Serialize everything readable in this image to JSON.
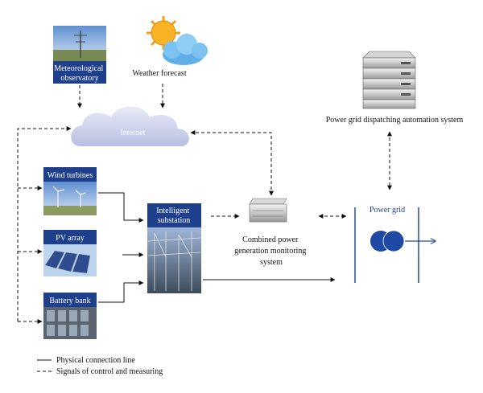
{
  "nodes": {
    "meteorological_observatory": "Meteorological observatory",
    "weather_forecast": "Weather forecast",
    "internet": "Internet",
    "wind_turbines": "Wind turbines",
    "pv_array": "PV array",
    "battery_bank": "Battery bank",
    "intelligent_substation": "Intelligent substation",
    "combined_monitoring": "Combined power generation monitoring system",
    "power_grid": "Power grid",
    "dispatching_system": "Power grid dispatching automation system"
  },
  "legend": {
    "physical": "Physical connection line",
    "signals": "Signals of control and measuring"
  },
  "colors": {
    "label_box": "#1e3f8c",
    "grid_blue": "#1f3f8f",
    "cloud": "#c8cde8",
    "line": "#111111"
  }
}
